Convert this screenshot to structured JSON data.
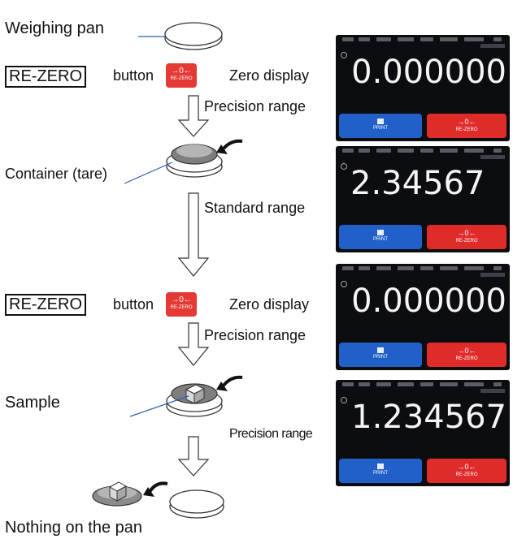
{
  "labels": {
    "weighing_pan": "Weighing pan",
    "rezero_1": "RE-ZERO",
    "button_1": "button",
    "zero_display_1": "Zero display",
    "precision_range_1": "Precision range",
    "container": "Container (tare)",
    "standard_range": "Standard range",
    "rezero_2": "RE-ZERO",
    "button_2": "button",
    "zero_display_2": "Zero display",
    "precision_range_2": "Precision range",
    "sample": "Sample",
    "precision_range_3": "Precision range",
    "nothing_on_pan": "Nothing on the pan"
  },
  "rezero_icon": {
    "arrow": "→0←",
    "label": "RE-ZERO"
  },
  "screens": [
    {
      "reading": "0.000000",
      "print_label": "PRINT",
      "rezero_arrow": "→0←",
      "rezero_label": "RE-ZERO"
    },
    {
      "reading": "2.34567",
      "print_label": "PRINT",
      "rezero_arrow": "→0←",
      "rezero_label": "RE-ZERO"
    },
    {
      "reading": "0.000000",
      "print_label": "PRINT",
      "rezero_arrow": "→0←",
      "rezero_label": "RE-ZERO"
    },
    {
      "reading": "1.234567",
      "print_label": "PRINT",
      "rezero_arrow": "→0←",
      "rezero_label": "RE-ZERO"
    }
  ],
  "colors": {
    "rezero_red": "#e53935",
    "print_blue": "#2060c8",
    "screen_bg": "#0c0d10",
    "leader_blue": "#2a5db0"
  }
}
